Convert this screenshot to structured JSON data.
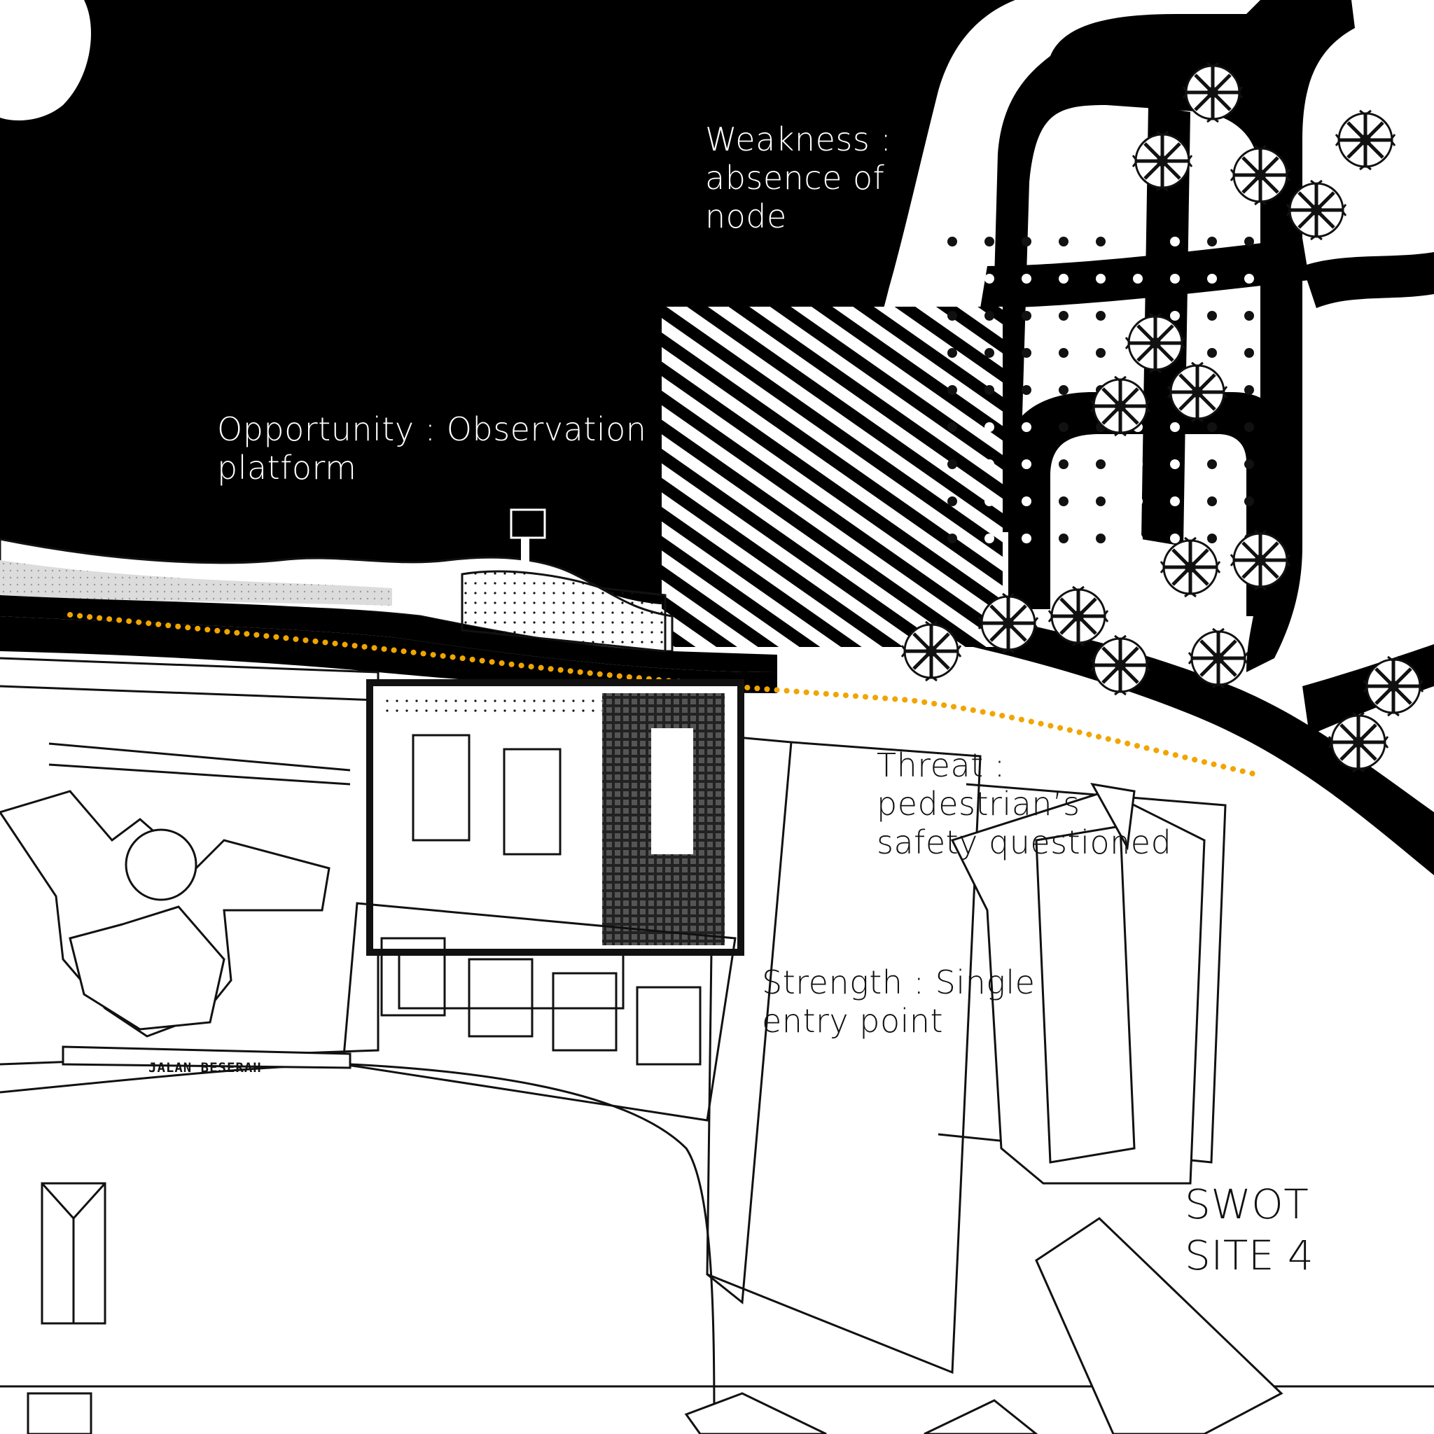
{
  "map": {
    "colors": {
      "water": "#000000",
      "land": "#ffffff",
      "linework": "#111111",
      "threat_path": "#f0a500",
      "annotation_light": "#ffffff",
      "annotation_dark": "#111111"
    },
    "swot_title": [
      "SWOT",
      "SITE 4"
    ],
    "annotations": {
      "weakness": [
        "Weakness :",
        "absence of",
        "node"
      ],
      "opportunity": [
        "Opportunity : Observation",
        "platform"
      ],
      "threat": [
        "Threat :",
        "pedestrian’s",
        "safety questioned"
      ],
      "strength": [
        "Strength : Single",
        "entry point"
      ]
    },
    "street_label": "JALAN BESERAH",
    "icons": {
      "trees": "tree-symbol-icon",
      "hatch": "diagonal-hatch-zone",
      "dots": "dot-grid-pattern"
    }
  }
}
